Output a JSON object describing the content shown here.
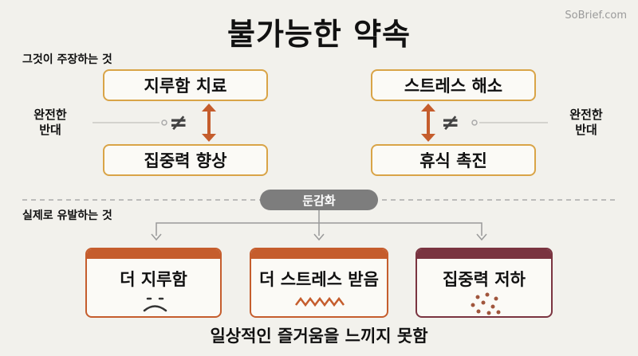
{
  "title": "불가능한 약속",
  "watermark": "SoBrief.com",
  "claims_label": "그것이 주장하는 것",
  "actual_label": "실제로 유발하는 것",
  "left_pair": {
    "top": "지루함 치료",
    "bottom": "집중력 향상",
    "opposite_line1": "완전한",
    "opposite_line2": "반대",
    "neq": "≠"
  },
  "right_pair": {
    "top": "스트레스 해소",
    "bottom": "휴식 촉진",
    "opposite_line1": "완전한",
    "opposite_line2": "반대",
    "neq": "≠"
  },
  "dulling_label": "둔감화",
  "outcomes": [
    {
      "label": "더 지루함",
      "icon": "frown-face-icon"
    },
    {
      "label": "더 스트레스 받음",
      "icon": "zigzag-stress-icon"
    },
    {
      "label": "집중력 저하",
      "icon": "scattered-dots-icon"
    }
  ],
  "footer": "일상적인 즐거움을 느끼지 못함",
  "colors": {
    "background": "#f2f1ec",
    "claim_border": "#d9a447",
    "outcome_orange": "#c55d2d",
    "outcome_dark": "#7a3440",
    "arrow": "#c55d2d",
    "pill": "#7d7d7d"
  }
}
